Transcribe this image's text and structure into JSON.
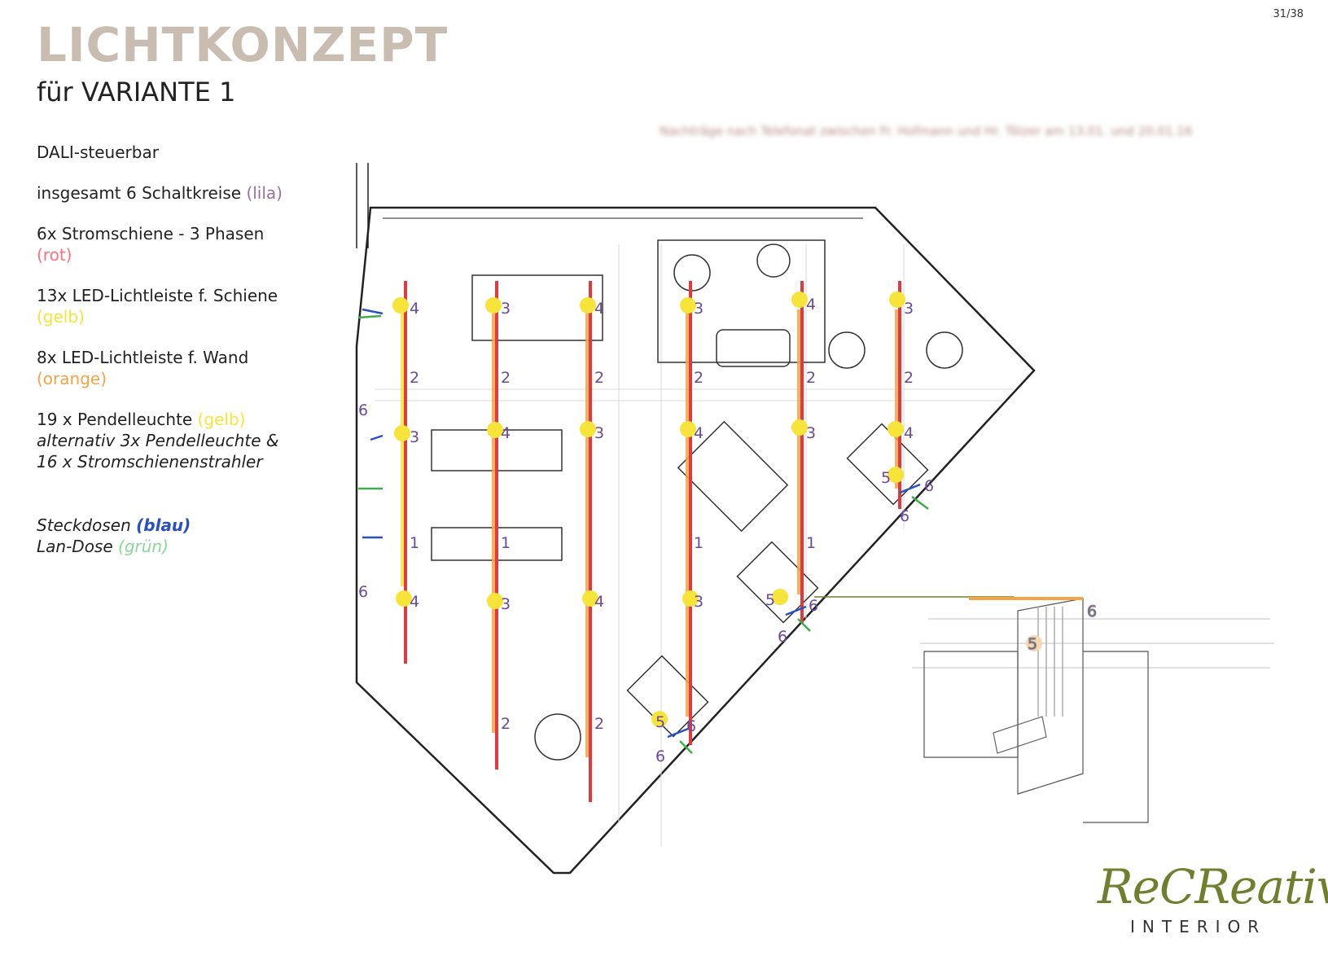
{
  "page_number": "31/38",
  "title": "LICHTKONZEPT",
  "subtitle": "für VARIANTE 1",
  "blurred_note": "Nachträge nach Telefonat zwischen Fr. Hofmann und Hr. Tölzer am 13.01. und 20.01.16",
  "legend": {
    "dali": "DALI-steuerbar",
    "circuits": "insgesamt 6 Schaltkreise",
    "circuits_color": "(lila)",
    "rails": "6x Stromschiene - 3 Phasen",
    "rails_color": "(rot)",
    "led_rail": "13x LED-Lichtleiste f. Schiene",
    "led_rail_color": "(gelb)",
    "led_wall": "8x LED-Lichtleiste f. Wand",
    "led_wall_color": "(orange)",
    "pendant": "19 x Pendelleuchte",
    "pendant_color": "(gelb)",
    "alt_line1": "alternativ 3x Pendelleuchte &",
    "alt_line2": "16 x Stromschienenstrahler",
    "sockets": "Steckdosen",
    "sockets_color": "(blau)",
    "lan": "Lan-Dose",
    "lan_color": "(grün)"
  },
  "plan_labels": {
    "c1": "1",
    "c2": "2",
    "c3": "3",
    "c4": "4",
    "c5": "5",
    "c6": "6"
  },
  "colors": {
    "rail": "#e23a3a",
    "led_rail": "#f6e43a",
    "led_wall": "#f5a347",
    "circuit_number": "#6a4a9a",
    "socket": "#2a4fc2",
    "lan": "#3fae4a",
    "logo_green": "#6f7f2e",
    "title_beige": "#c9bdb2"
  },
  "logo": {
    "word": "ReCReative",
    "sub": "INTERIOR"
  }
}
